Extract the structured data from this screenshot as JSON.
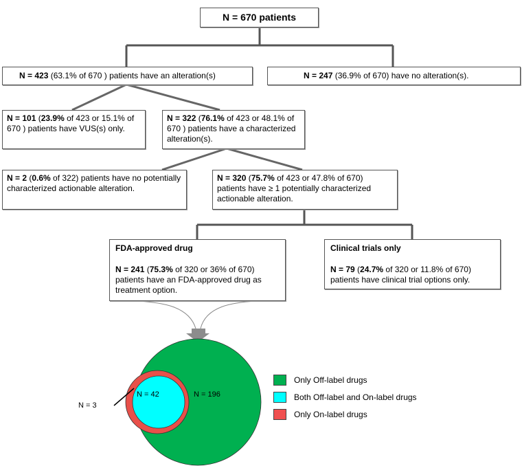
{
  "root": {
    "text": "N = 670 patients"
  },
  "alteration": {
    "n": "N = 423",
    "pct": " (63.1% of 670 ) patients have an alteration(s)"
  },
  "no_alteration": {
    "n": "N = 247",
    "pct": " (36.9% of 670) have no alteration(s)."
  },
  "vus": {
    "n": "N = 101",
    "pct": "23.9%",
    "rest": " of 423 or 15.1% of 670 ) patients have VUS(s) only."
  },
  "characterized": {
    "n": "N = 322",
    "pct": "76.1%",
    "rest": " of 423 or 48.1% of 670 ) patients have a characterized alteration(s)."
  },
  "no_actionable": {
    "n": "N = 2",
    "pct": "0.6%",
    "rest": " of 322) patients have no potentially characterized actionable alteration."
  },
  "actionable": {
    "n": "N = 320",
    "pct": "75.7%",
    "rest": " of 423 or 47.8% of 670) patients have ≥ 1 potentially  characterized actionable alteration."
  },
  "fda": {
    "heading": "FDA-approved drug",
    "n": "N = 241",
    "pct": "75.3%",
    "rest": " of 320 or 36% of 670) patients have an FDA-approved drug as treatment option."
  },
  "trials": {
    "heading": "Clinical trials only",
    "n": "N = 79",
    "pct": "24.7%",
    "rest": " of 320 or 11.8% of 670) patients have clinical trial options only."
  },
  "venn": {
    "off_label": {
      "label": "N = 196",
      "color": "#00b050"
    },
    "both": {
      "label": "N = 42",
      "color": "#00ffff"
    },
    "on_label": {
      "label": "N = 3",
      "color": "#e8504a"
    }
  },
  "legend": [
    {
      "label": "Only Off-label drugs",
      "color": "#00b050"
    },
    {
      "label": "Both Off-label and On-label drugs",
      "color": "#00ffff"
    },
    {
      "label": "Only On-label drugs",
      "color": "#f05050"
    }
  ]
}
